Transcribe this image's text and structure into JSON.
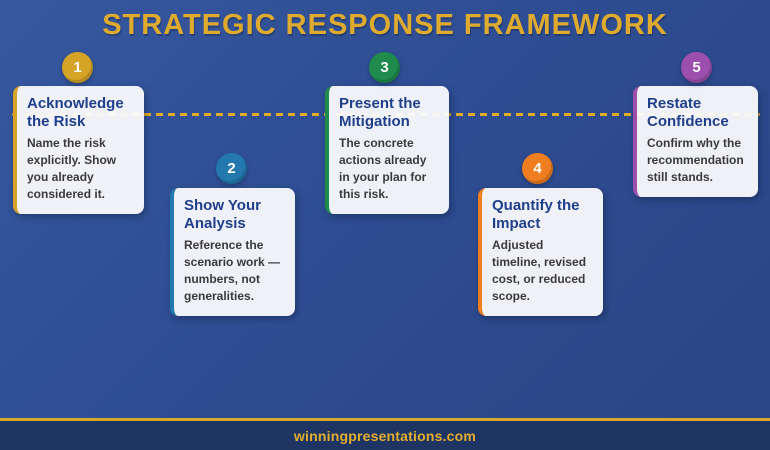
{
  "title": "STRATEGIC RESPONSE FRAMEWORK",
  "steps": [
    {
      "number": "1",
      "title": "Acknowledge the Risk",
      "body": "Name the risk explicitly. Show you already considered it.",
      "color": "#d5a426"
    },
    {
      "number": "2",
      "title": "Show Your Analysis",
      "body": "Reference the scenario work — numbers, not generalities.",
      "color": "#2379ae"
    },
    {
      "number": "3",
      "title": "Present the Mitigation",
      "body": "The concrete actions already in your plan for this risk.",
      "color": "#1f8b4d"
    },
    {
      "number": "4",
      "title": "Quantify the Impact",
      "body": "Adjusted timeline, revised cost, or reduced scope.",
      "color": "#ee7e20"
    },
    {
      "number": "5",
      "title": "Restate Confidence",
      "body": "Confirm why the recommendation still stands.",
      "color": "#9d4fae"
    }
  ],
  "footer": {
    "website": "winningpresentations.com"
  },
  "colors": {
    "background": "#2e4d92",
    "title_gold": "#deab2e",
    "timeline_gold": "#e2ab2d",
    "footer_bar": "#1e3563",
    "footer_divider": "#d9a82b",
    "card_background": "#fcfcfe",
    "card_title": "#1f3e8c",
    "card_body": "#3a3a3a"
  }
}
